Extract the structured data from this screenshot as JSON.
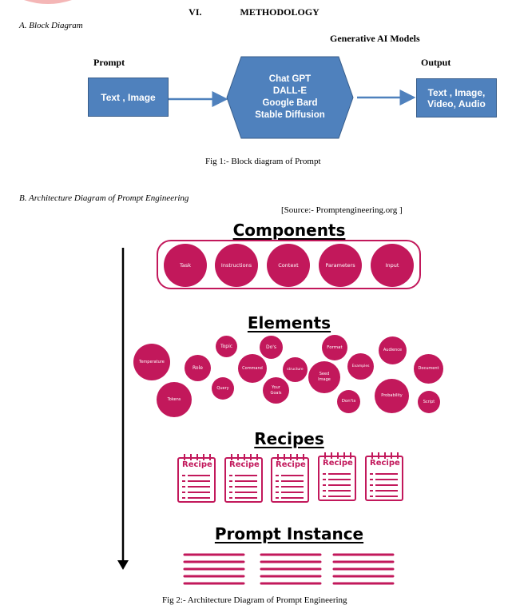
{
  "section": {
    "number": "VI.",
    "title": "METHODOLOGY"
  },
  "subsection_a": "A.    Block Diagram",
  "block_diagram": {
    "models_label": "Generative AI Models",
    "prompt_label": "Prompt",
    "output_label": "Output",
    "input_box": "Text , Image",
    "models": [
      "Chat GPT",
      "DALL-E",
      "Google Bard",
      "Stable Diffusion"
    ],
    "output_box": [
      "Text , Image,",
      "Video, Audio"
    ],
    "caption": "Fig 1:-  Block diagram of Prompt"
  },
  "subsection_b": "B.    Architecture Diagram of Prompt Engineering",
  "source": "[Source:- Promptengineering.org ]",
  "architecture": {
    "components_title": "Components",
    "components": [
      "Task",
      "Instructions",
      "Context",
      "Parameters",
      "Input"
    ],
    "elements_title": "Elements",
    "elements": [
      "Temperature",
      "Role",
      "Topic",
      "Command",
      "Query",
      "Do's",
      "Your Goals",
      "structure",
      "Format",
      "Seed Image",
      "Examples",
      "Don'ts",
      "Audience",
      "Probability",
      "Document",
      "Script",
      "Tokens"
    ],
    "recipes_title": "Recipes",
    "recipe_label": "Recipe",
    "instance_title": "Prompt Instance",
    "caption": "Fig 2:- Architecture Diagram of Prompt Engineering"
  },
  "colors": {
    "box_blue": "#4f81bd",
    "arrow_blue": "#4f81bd",
    "magenta": "#c2185b"
  }
}
